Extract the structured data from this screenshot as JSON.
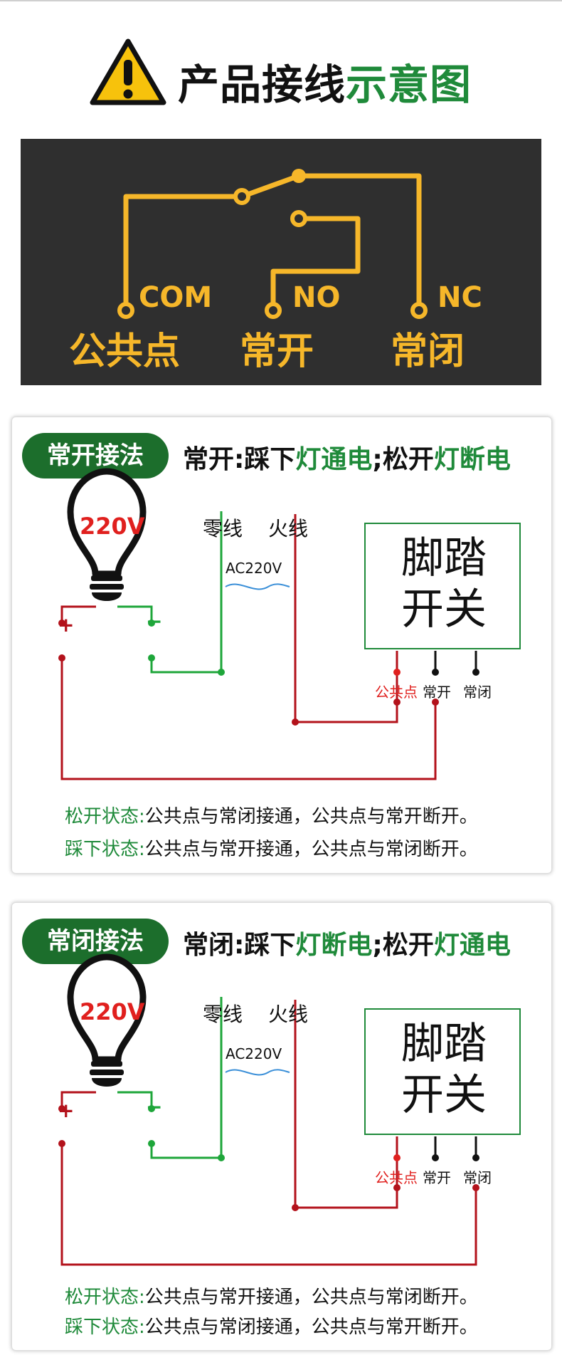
{
  "header": {
    "title_black": "产品接线",
    "title_green": "示意图"
  },
  "relay": {
    "pins": [
      {
        "en": "COM",
        "cn": "公共点"
      },
      {
        "en": "NO",
        "cn": "常开"
      },
      {
        "en": "NC",
        "cn": "常闭"
      }
    ]
  },
  "cards": [
    {
      "pill": "常开接法",
      "desc": [
        {
          "text": "常开:踩下",
          "green": false
        },
        {
          "text": "灯通电",
          "green": true
        },
        {
          "text": ";松开",
          "green": false
        },
        {
          "text": "灯断电",
          "green": true
        }
      ],
      "voltage": "220V",
      "neutral": "零线",
      "live": "火线",
      "ac": "AC220V",
      "switch_line1": "脚踏",
      "switch_line2": "开关",
      "terminals": [
        "公共点",
        "常开",
        "常闭"
      ],
      "plus": "+",
      "minus": "−",
      "states": [
        {
          "label": "松开状态:",
          "text": "公共点与常闭接通，公共点与常开断开。"
        },
        {
          "label": "踩下状态:",
          "text": "公共点与常开接通，公共点与常闭断开。"
        }
      ]
    },
    {
      "pill": "常闭接法",
      "desc": [
        {
          "text": "常闭:踩下",
          "green": false
        },
        {
          "text": "灯断电",
          "green": true
        },
        {
          "text": ";松开",
          "green": false
        },
        {
          "text": "灯通电",
          "green": true
        }
      ],
      "voltage": "220V",
      "neutral": "零线",
      "live": "火线",
      "ac": "AC220V",
      "switch_line1": "脚踏",
      "switch_line2": "开关",
      "terminals": [
        "公共点",
        "常开",
        "常闭"
      ],
      "plus": "+",
      "minus": "−",
      "states": [
        {
          "label": "松开状态:",
          "text": "公共点与常开接通，公共点与常闭断开。"
        },
        {
          "label": "踩下状态:",
          "text": "公共点与常闭接通，公共点与常开断开。"
        }
      ]
    }
  ],
  "colors": {
    "relay_bg": "#2f2f2f",
    "relay_line": "#f6b72a",
    "green": "#1f8a3a",
    "pill": "#1c6e2c",
    "red_wire": "#b3121b",
    "green_wire": "#1ea63a",
    "red_text": "#e0201e"
  }
}
